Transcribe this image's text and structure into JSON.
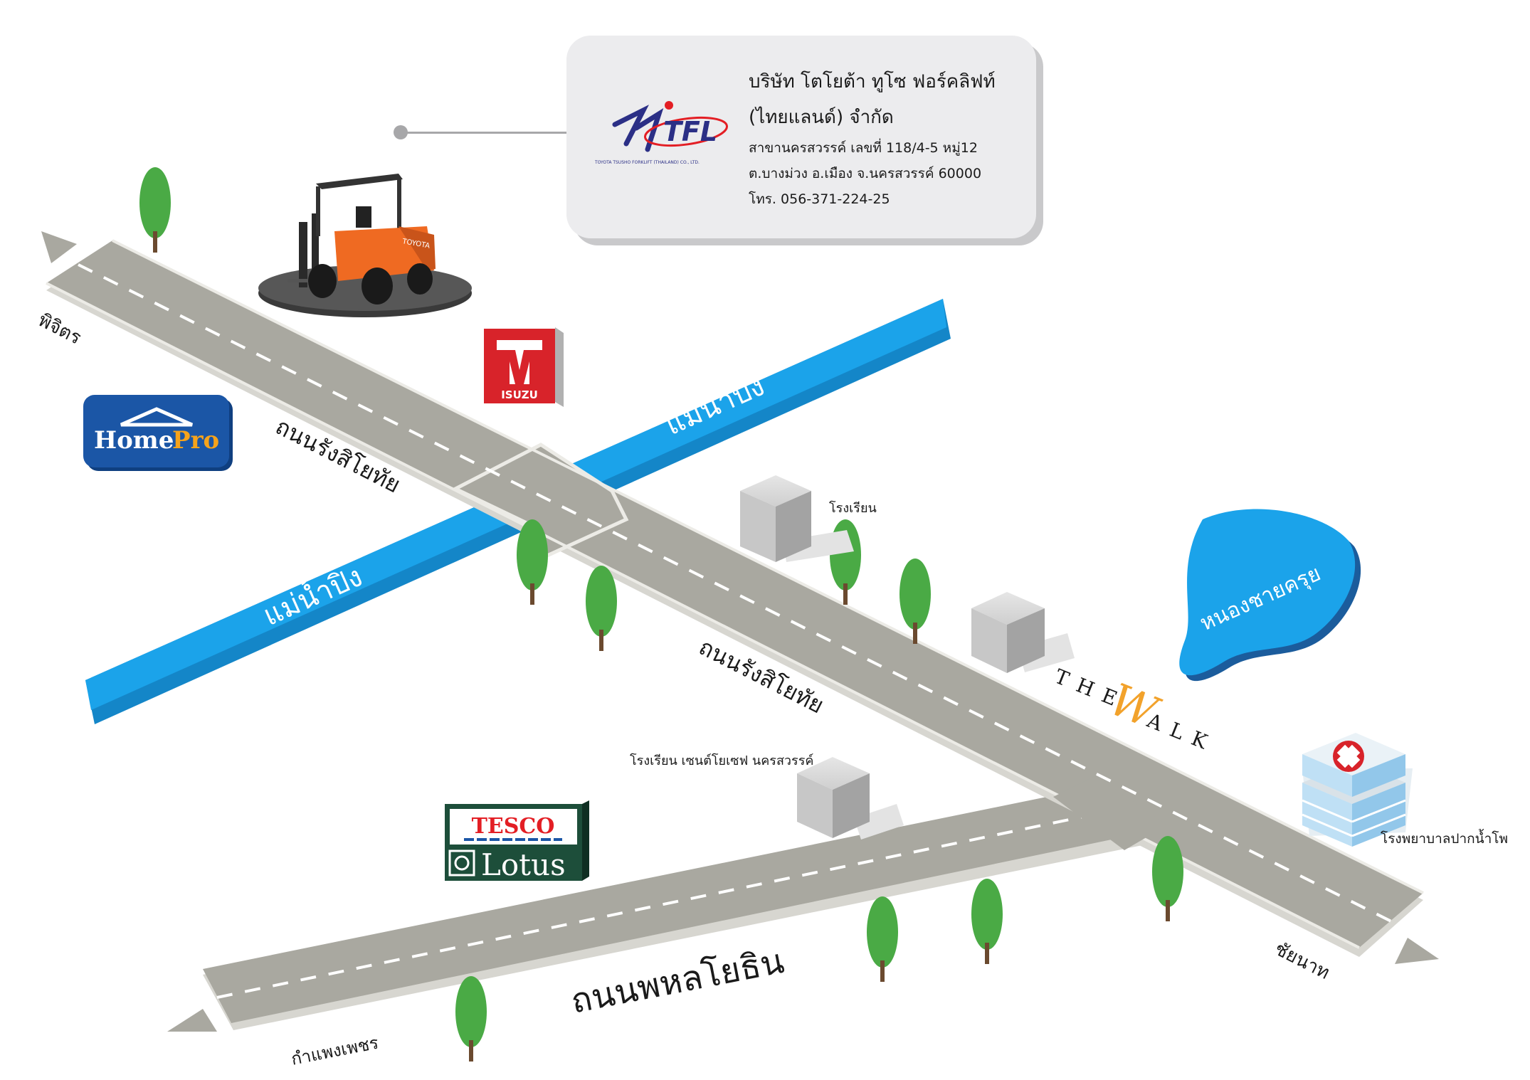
{
  "company_card": {
    "logo_text": "TFL",
    "logo_caption": "TOYOTA TSUSHO FORKLIFT (THAILAND) CO., LTD.",
    "name_line1": "บริษัท โตโยต้า ทูโซ ฟอร์คลิฟท์",
    "name_line2": "(ไทยแลนด์) จำกัด",
    "address_line1": "สาขานครสวรรค์  เลขที่  118/4-5  หมู่12",
    "address_line2": "ต.บางม่วง  อ.เมือง  จ.นครสวรรค์  60000",
    "phone": "โทร. 056-371-224-25"
  },
  "roads": {
    "main_road_upper": "ถนนรังสิโยทัย",
    "main_road_lower": "ถนนรังสิโยทัย",
    "highway": "ถนนพหลโยธิน"
  },
  "directions": {
    "northwest": "พิจิตร",
    "southeast": "ชัยนาท",
    "southwest": "กำแพงเพชร"
  },
  "water": {
    "river_left": "แม่น้ำปิง",
    "river_right": "แม่น้ำปิง",
    "lake": "หนองชายครุย"
  },
  "landmarks": {
    "school": "โรงเรียน",
    "saint_school": "โรงเรียน เซนต์โยเซฟ นครสวรรค์",
    "hospital": "โรงพยาบาลปากน้ำโพ",
    "the_walk_the": "THE",
    "the_walk_w": "W",
    "the_walk_alk": "ALK"
  },
  "brands": {
    "isuzu": "ISUZU",
    "homepro_home": "Home",
    "homepro_pro": "Pro",
    "tesco": "TESCO",
    "lotus": "Lotus"
  },
  "forklift": {
    "brand_text": "TOYOTA"
  },
  "colors": {
    "road": "#a9a8a0",
    "road_edge": "#ecebe6",
    "river": "#1ba3ea",
    "lake": "#1ba3ea",
    "tree": "#4aaa45",
    "building": "#b9b9b9",
    "isuzu_red": "#d8232a",
    "homepro_blue": "#1b56a6",
    "homepro_orange": "#f6a31b",
    "tesco_green": "#1d4e3a",
    "tesco_red": "#e31e24",
    "forklift_orange": "#ef6a22"
  }
}
